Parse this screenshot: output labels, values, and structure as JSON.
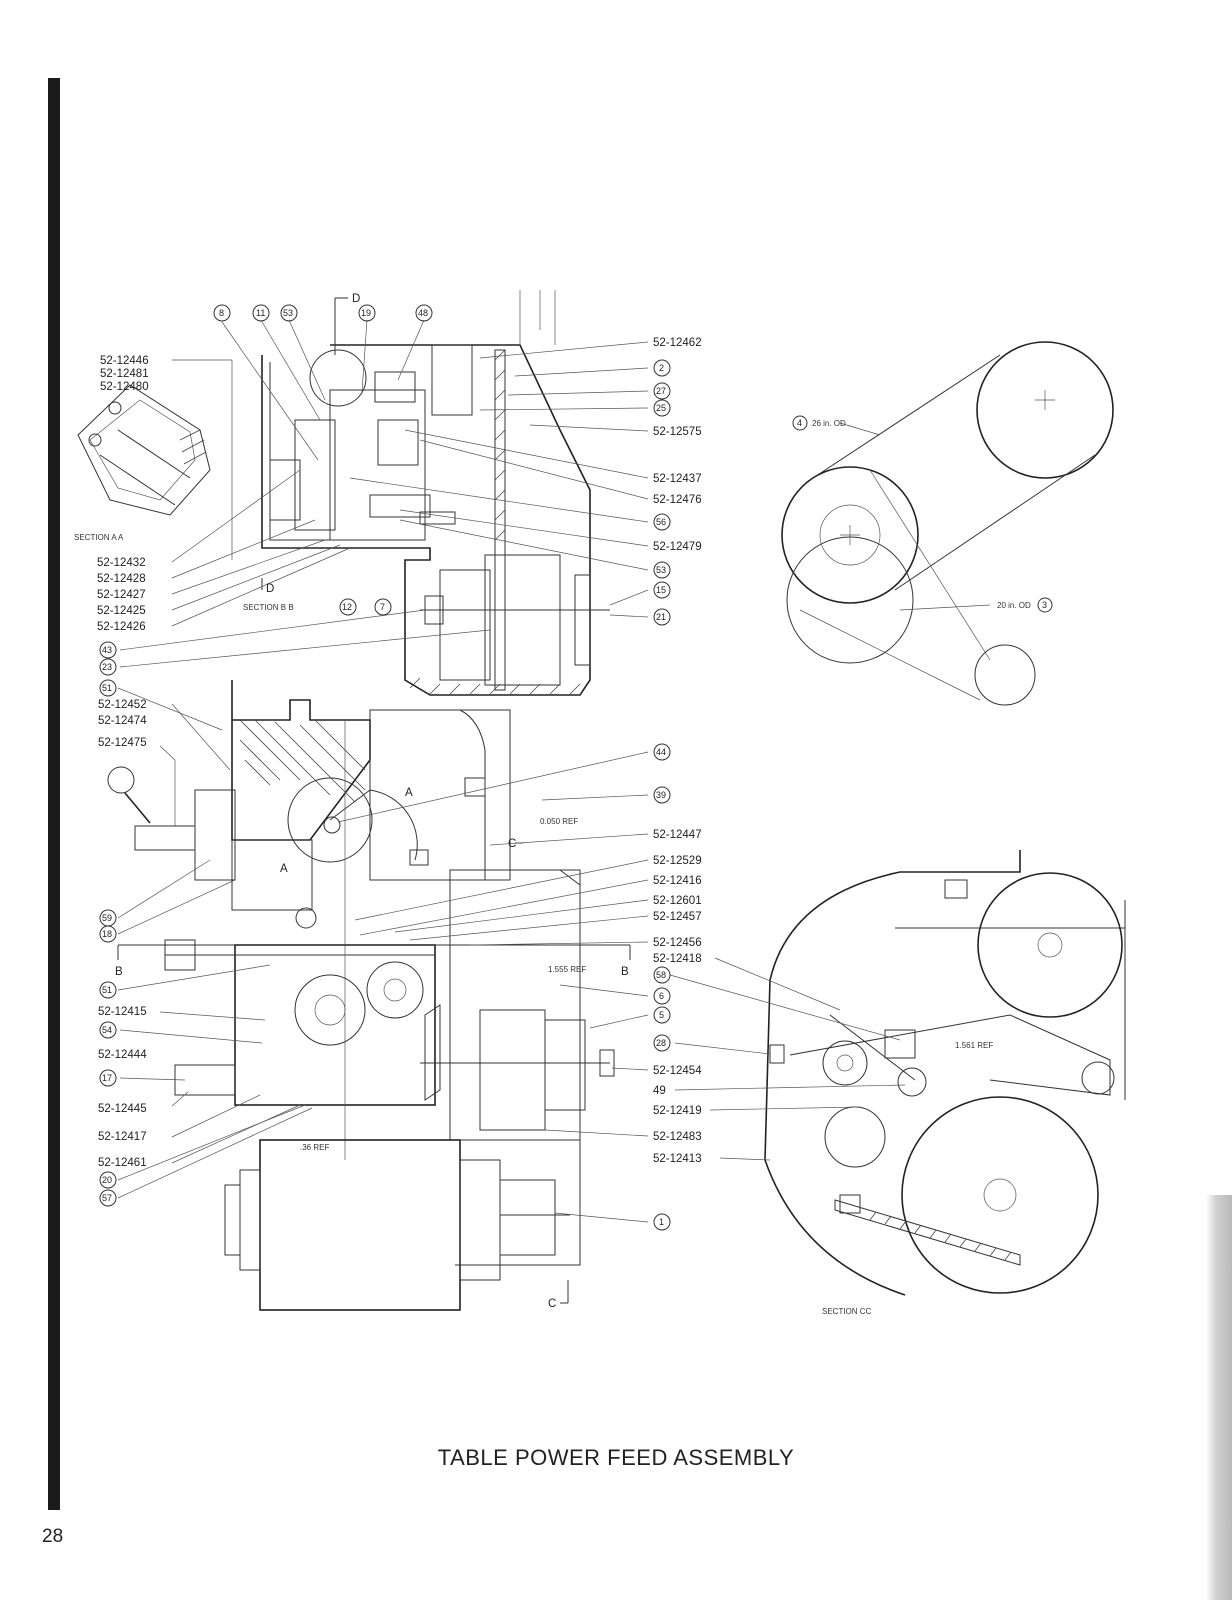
{
  "title": "TABLE POWER FEED ASSEMBLY",
  "page_number": "28",
  "sections": {
    "aa": "SECTION A A",
    "bb": "SECTION B B",
    "cc": "SECTION CC"
  },
  "upper_right_labels": [
    "52-12462",
    "2",
    "27",
    "25",
    "52-12575",
    "52-12437",
    "52-12476",
    "56",
    "52-12479",
    "53",
    "15",
    "21"
  ],
  "upper_top_bubbles": [
    "8",
    "11",
    "53",
    "19",
    "48"
  ],
  "upper_left_labels": [
    "52-12446",
    "52-12481",
    "52-12480",
    "52-12432",
    "52-12428",
    "52-12427",
    "52-12425",
    "52-12426",
    "43",
    "23"
  ],
  "bb_bubbles": [
    "12",
    "7"
  ],
  "section_letters": {
    "d_top": "D",
    "d_bottom": "D",
    "c_top": "C",
    "c_bottom": "C",
    "b_left": "B",
    "b_right": "B",
    "a_upper": "A",
    "a_lower": "A"
  },
  "lower_left_labels": [
    "51",
    "52-12452",
    "52-12474",
    "52-12475",
    "59",
    "18",
    "51",
    "52-12415",
    "54",
    "52-12444",
    "17",
    "52-12445",
    "52-12417",
    "52-12461",
    "20",
    "57"
  ],
  "lower_right_labels": [
    "44",
    "39",
    "52-12447",
    "52-12529",
    "52-12416",
    "52-12601",
    "52-12457",
    "52-12456",
    "52-12418",
    "58",
    "6",
    "5",
    "28",
    "52-12454",
    "49",
    "52-12419",
    "52-12483",
    "52-12413",
    "1"
  ],
  "pulley_labels": {
    "top": "26 in. OD",
    "top_bubble": "4",
    "bottom": "20 in. OD",
    "bottom_bubble": "3"
  },
  "dims": {
    "a": "0.050 REF",
    "b": "1.555 REF",
    "c": ".36 REF",
    "d": "1.561 REF"
  }
}
